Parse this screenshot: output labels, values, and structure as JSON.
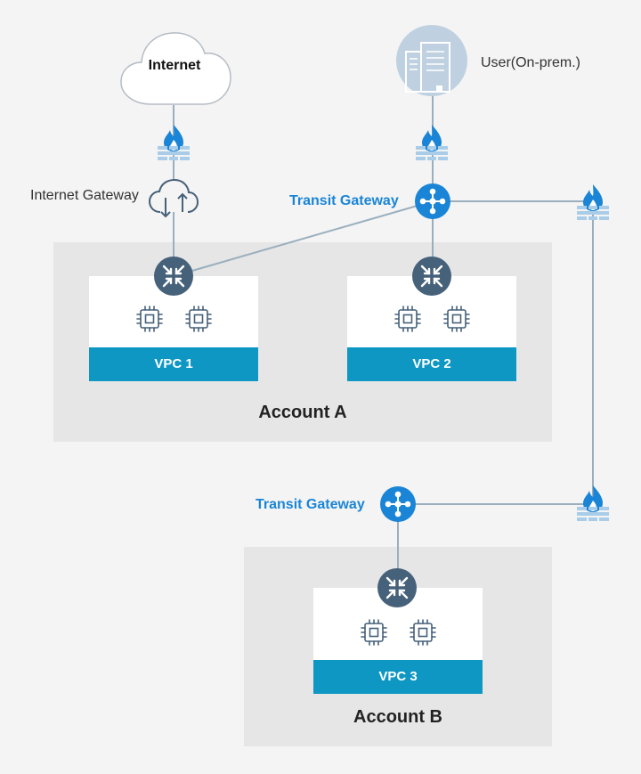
{
  "nodes": {
    "internet": "Internet",
    "user": "User(On-prem.)",
    "internet_gateway": "Internet Gateway",
    "transit_gateway_a": "Transit Gateway",
    "transit_gateway_b": "Transit Gateway"
  },
  "accounts": [
    {
      "name": "Account A"
    },
    {
      "name": "Account B"
    }
  ],
  "vpcs": [
    {
      "name": "VPC 1"
    },
    {
      "name": "VPC 2"
    },
    {
      "name": "VPC 3"
    }
  ],
  "colors": {
    "background": "#f4f4f4",
    "account_box": "#e6e6e6",
    "vpc_bar": "#0f97c4",
    "router": "#46617a",
    "transit_gateway": "#1a85d6",
    "firewall_flame": "#1a85d6",
    "firewall_brick": "#a9cde8",
    "line": "#9aafbe",
    "user_circle": "#bfd1e0"
  },
  "icons": [
    "cloud-icon",
    "server-icon",
    "firewall-icon",
    "internet-gateway-icon",
    "transit-gateway-icon",
    "router-icon",
    "chip-icon"
  ]
}
